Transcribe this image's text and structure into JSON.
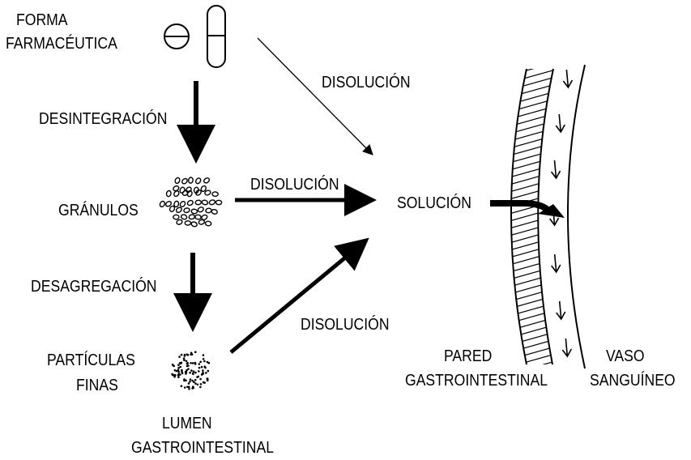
{
  "labels": {
    "dosage_form_line1": "FORMA",
    "dosage_form_line2": "FARMACÉUTICA",
    "disintegration": "DESINTEGRACIÓN",
    "granules": "GRÁNULOS",
    "disaggregation": "DESAGREGACIÓN",
    "fine_particles_line1": "PARTÍCULAS",
    "fine_particles_line2": "FINAS",
    "lumen_line1": "LUMEN",
    "lumen_line2": "GASTROINTESTINAL",
    "dissolution_top": "DISOLUCIÓN",
    "dissolution_middle": "DISOLUCIÓN",
    "dissolution_bottom": "DISOLUCIÓN",
    "solution": "SOLUCIÓN",
    "wall_line1": "PARED",
    "wall_line2": "GASTROINTESTINAL",
    "vessel_line1": "VASO",
    "vessel_line2": "SANGUÍNEO"
  },
  "colors": {
    "ink": "#000000",
    "background": "#ffffff"
  },
  "icons": {
    "tablet": "tablet-icon",
    "capsule": "capsule-icon",
    "granules": "granules-cluster",
    "particles": "fine-particles-cluster"
  }
}
